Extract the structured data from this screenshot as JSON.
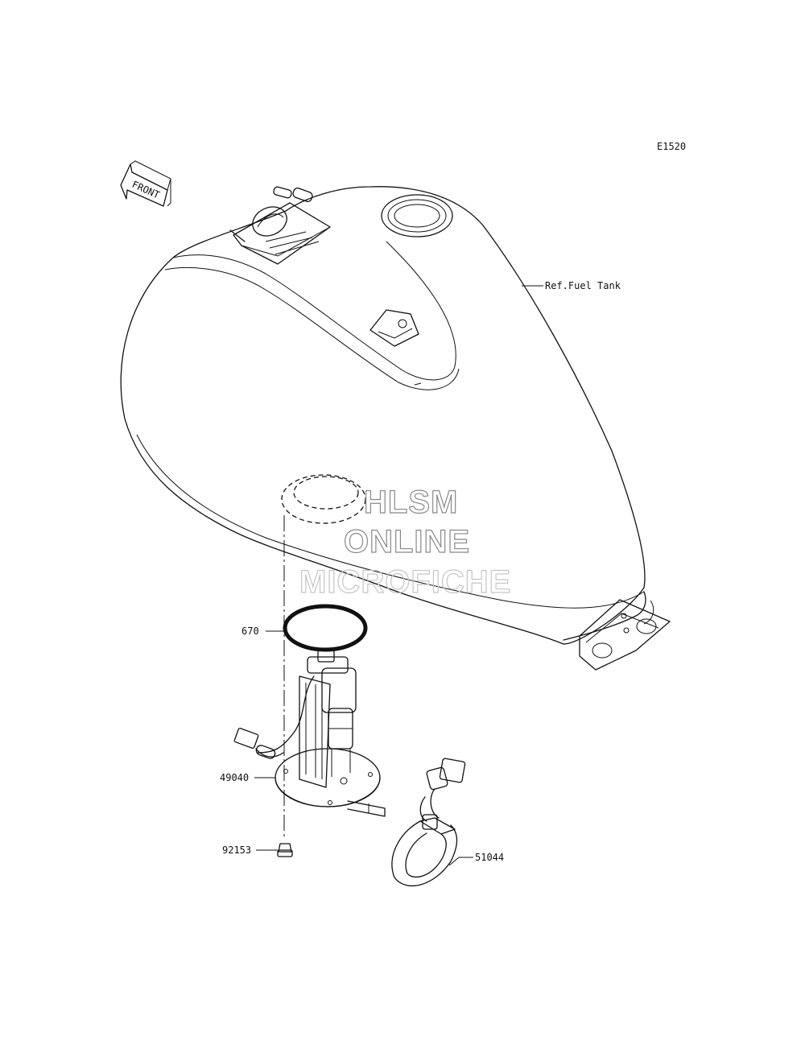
{
  "diagram_code": "E1520",
  "front_label": "FRONT",
  "callouts": {
    "fuel_tank": "Ref.Fuel Tank",
    "o_ring": "670",
    "fuel_pump": "49040",
    "bolt": "92153",
    "hose": "51044"
  },
  "watermark": {
    "line1": "HLSM",
    "line2": "ONLINE",
    "line3": "MICROFICHE"
  }
}
